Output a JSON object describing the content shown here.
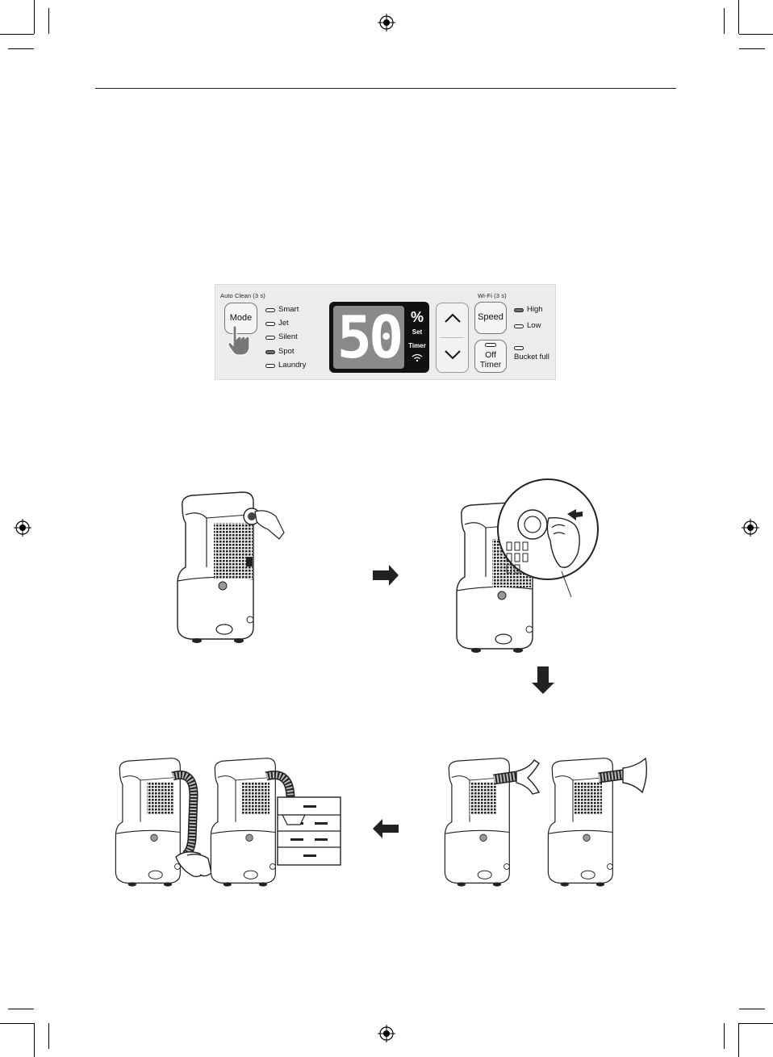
{
  "panel": {
    "auto_clean_label": "Auto Clean (3 s)",
    "wifi_label": "Wi-Fi (3 s)",
    "mode_button": "Mode",
    "modes": [
      "Smart",
      "Jet",
      "Silent",
      "Spot",
      "Laundry"
    ],
    "active_mode": "Spot",
    "display_value": "50",
    "display_unit": "%",
    "display_set": "Set",
    "display_timer": "Timer",
    "speed_button": "Speed",
    "off_timer_line1": "Off",
    "off_timer_line2": "Timer",
    "speed_high": "High",
    "speed_low": "Low",
    "active_speed": "High",
    "bucket_full": "Bucket full"
  },
  "icons": [
    "registration-mark-icon",
    "hand-pointer-icon",
    "arrow-up-icon",
    "arrow-down-icon",
    "wifi-icon",
    "arrow-right-icon",
    "arrow-down-big-icon",
    "arrow-left-icon"
  ],
  "colors": {
    "panel_bg": "#ececec",
    "display_bg": "#111111",
    "led_on": "#6e6e6e"
  }
}
